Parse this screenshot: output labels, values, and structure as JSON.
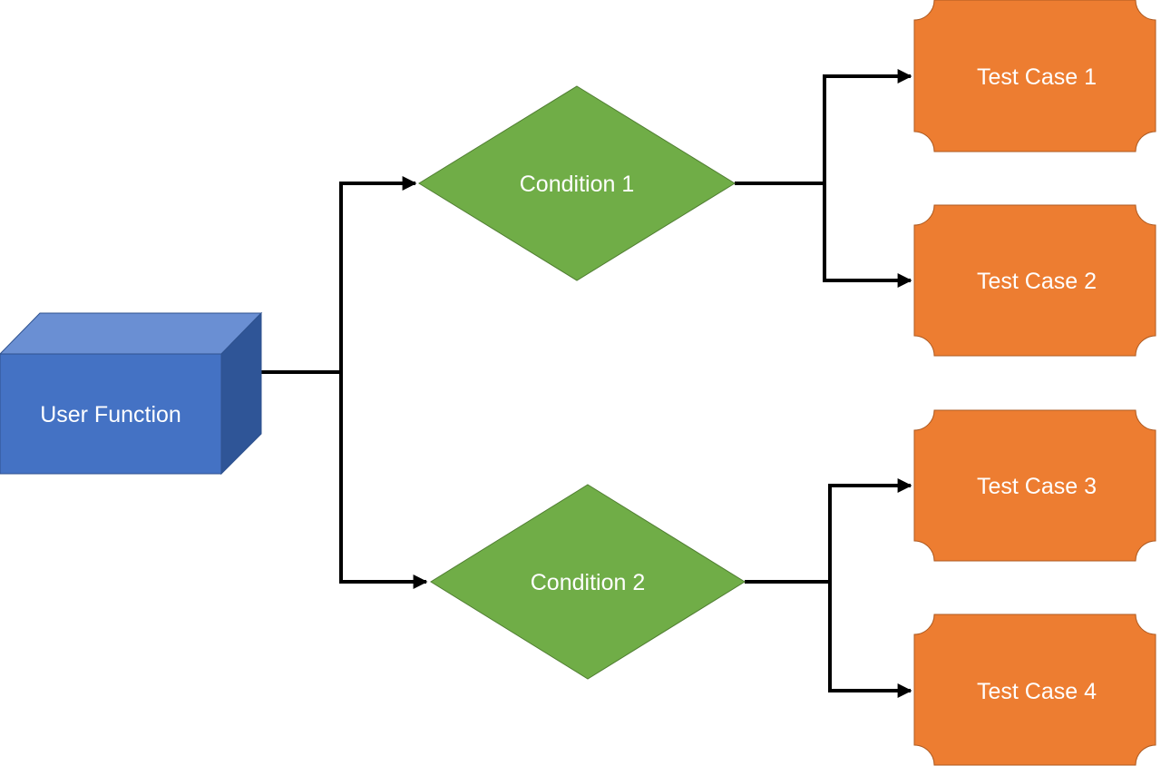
{
  "nodes": {
    "user_function": {
      "label": "User Function",
      "color_front": "#4472C4",
      "color_top": "#6A8FD3",
      "color_side": "#2F5597"
    },
    "condition_1": {
      "label": "Condition 1",
      "color": "#70AD47"
    },
    "condition_2": {
      "label": "Condition 2",
      "color": "#70AD47"
    },
    "test_case_1": {
      "label": "Test Case 1",
      "color": "#ED7D31"
    },
    "test_case_2": {
      "label": "Test Case 2",
      "color": "#ED7D31"
    },
    "test_case_3": {
      "label": "Test Case 3",
      "color": "#ED7D31"
    },
    "test_case_4": {
      "label": "Test Case 4",
      "color": "#ED7D31"
    }
  },
  "edges": [
    {
      "from": "user_function",
      "to": "condition_1"
    },
    {
      "from": "user_function",
      "to": "condition_2"
    },
    {
      "from": "condition_1",
      "to": "test_case_1"
    },
    {
      "from": "condition_1",
      "to": "test_case_2"
    },
    {
      "from": "condition_2",
      "to": "test_case_3"
    },
    {
      "from": "condition_2",
      "to": "test_case_4"
    }
  ],
  "connector_color": "#000000"
}
